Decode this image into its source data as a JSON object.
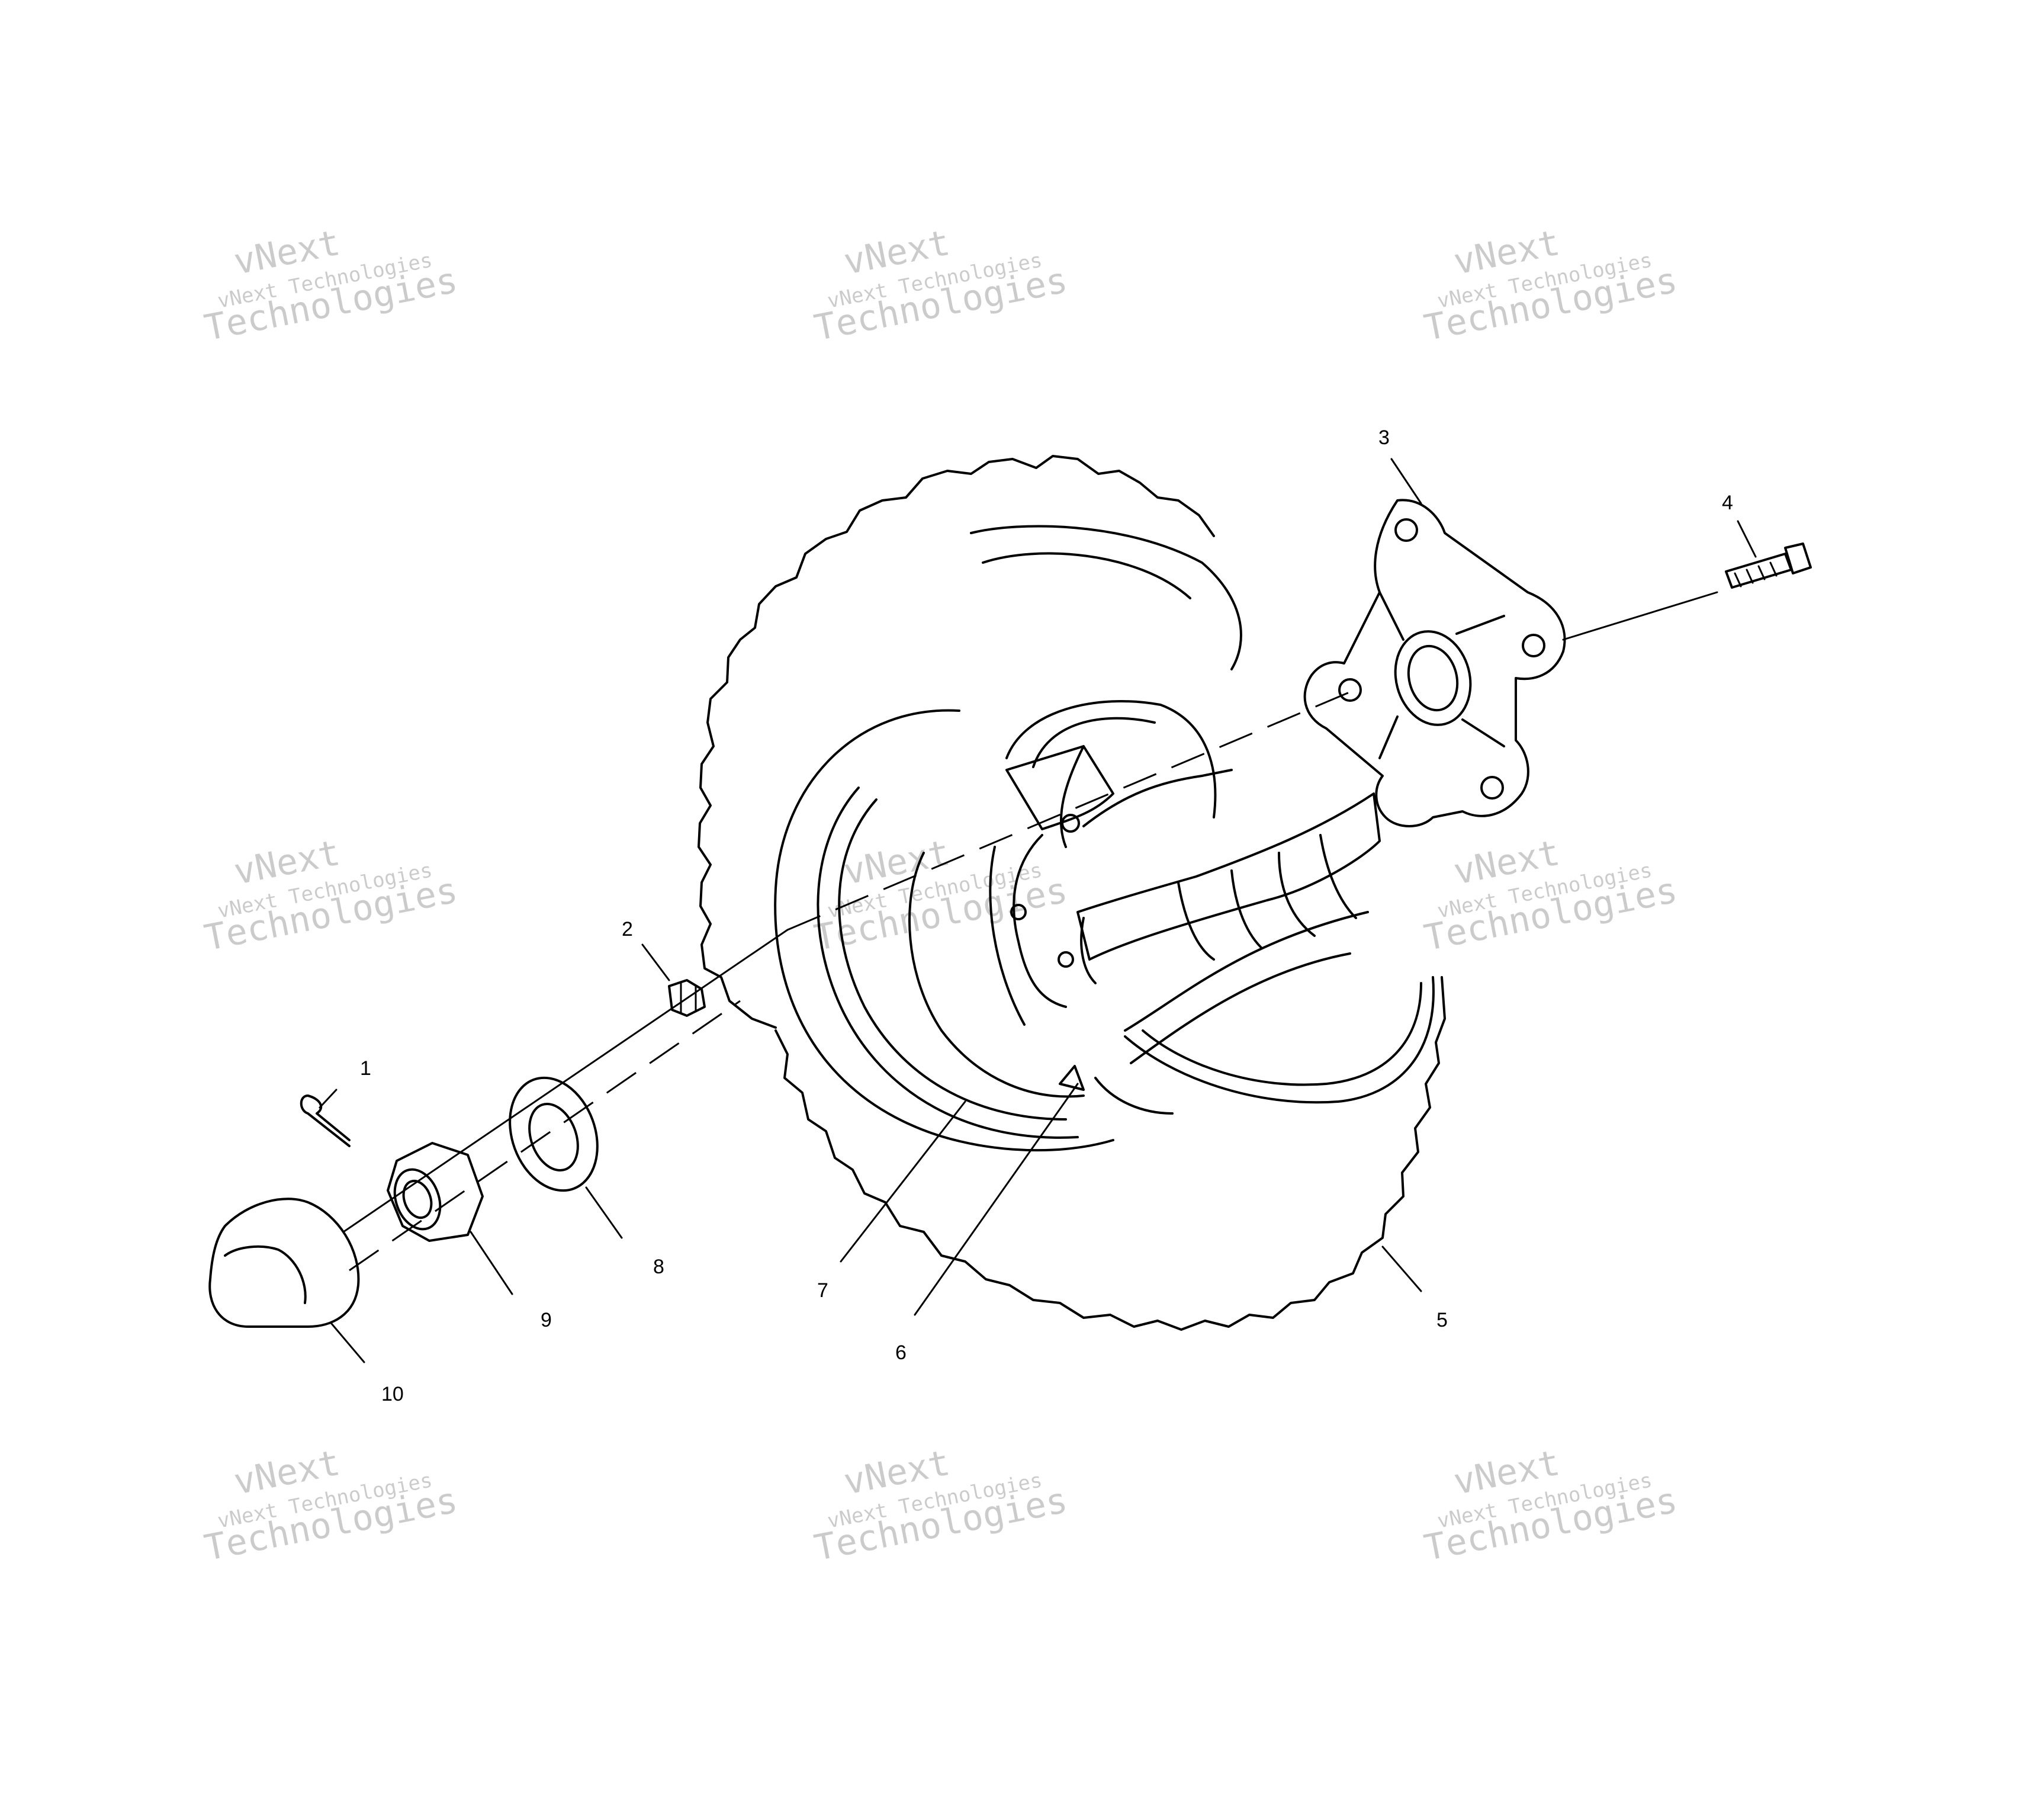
{
  "parts": [
    {
      "id": "1",
      "label": "1"
    },
    {
      "id": "2",
      "label": "2"
    },
    {
      "id": "3",
      "label": "3"
    },
    {
      "id": "4",
      "label": "4"
    },
    {
      "id": "5",
      "label": "5"
    },
    {
      "id": "6",
      "label": "6"
    },
    {
      "id": "7",
      "label": "7"
    },
    {
      "id": "8",
      "label": "8"
    },
    {
      "id": "9",
      "label": "9"
    },
    {
      "id": "10",
      "label": "10"
    }
  ],
  "watermark": {
    "small": "vNext Technologies",
    "big_top": "vNext",
    "big_bottom": "Technologies"
  }
}
